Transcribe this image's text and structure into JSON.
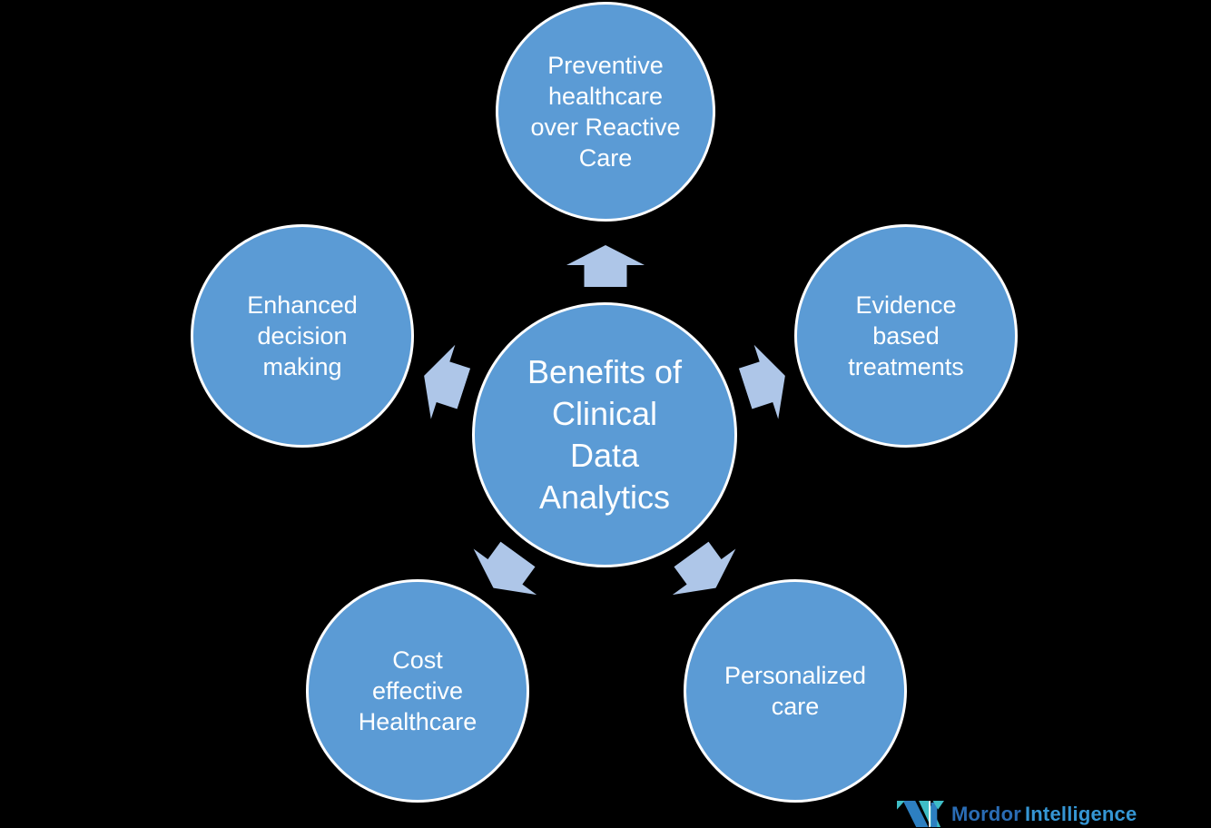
{
  "diagram": {
    "type": "radial-cycle",
    "center": {
      "label": "Benefits of\nClinical\nData\nAnalytics"
    },
    "nodes": [
      {
        "position": "top",
        "label": "Preventive\nhealthcare\nover Reactive\nCare"
      },
      {
        "position": "right",
        "label": "Evidence\nbased\ntreatments"
      },
      {
        "position": "bottom-right",
        "label": "Personalized\ncare"
      },
      {
        "position": "bottom-left",
        "label": "Cost\neffective\nHealthcare"
      },
      {
        "position": "left",
        "label": "Enhanced\ndecision\nmaking"
      }
    ]
  },
  "logo": {
    "brand_primary": "Mordor",
    "brand_secondary": "Intelligence"
  },
  "colors": {
    "background": "#000000",
    "circle_fill": "#5b9bd5",
    "circle_border": "#ffffff",
    "arrow_fill": "#aec6e8",
    "text": "#ffffff",
    "logo_text_dark": "#2a6cb5",
    "logo_text_light": "#3596d4",
    "logo_blue": "#2d7fc1",
    "logo_teal": "#3fbdc6",
    "logo_gap": "#ffffff"
  }
}
